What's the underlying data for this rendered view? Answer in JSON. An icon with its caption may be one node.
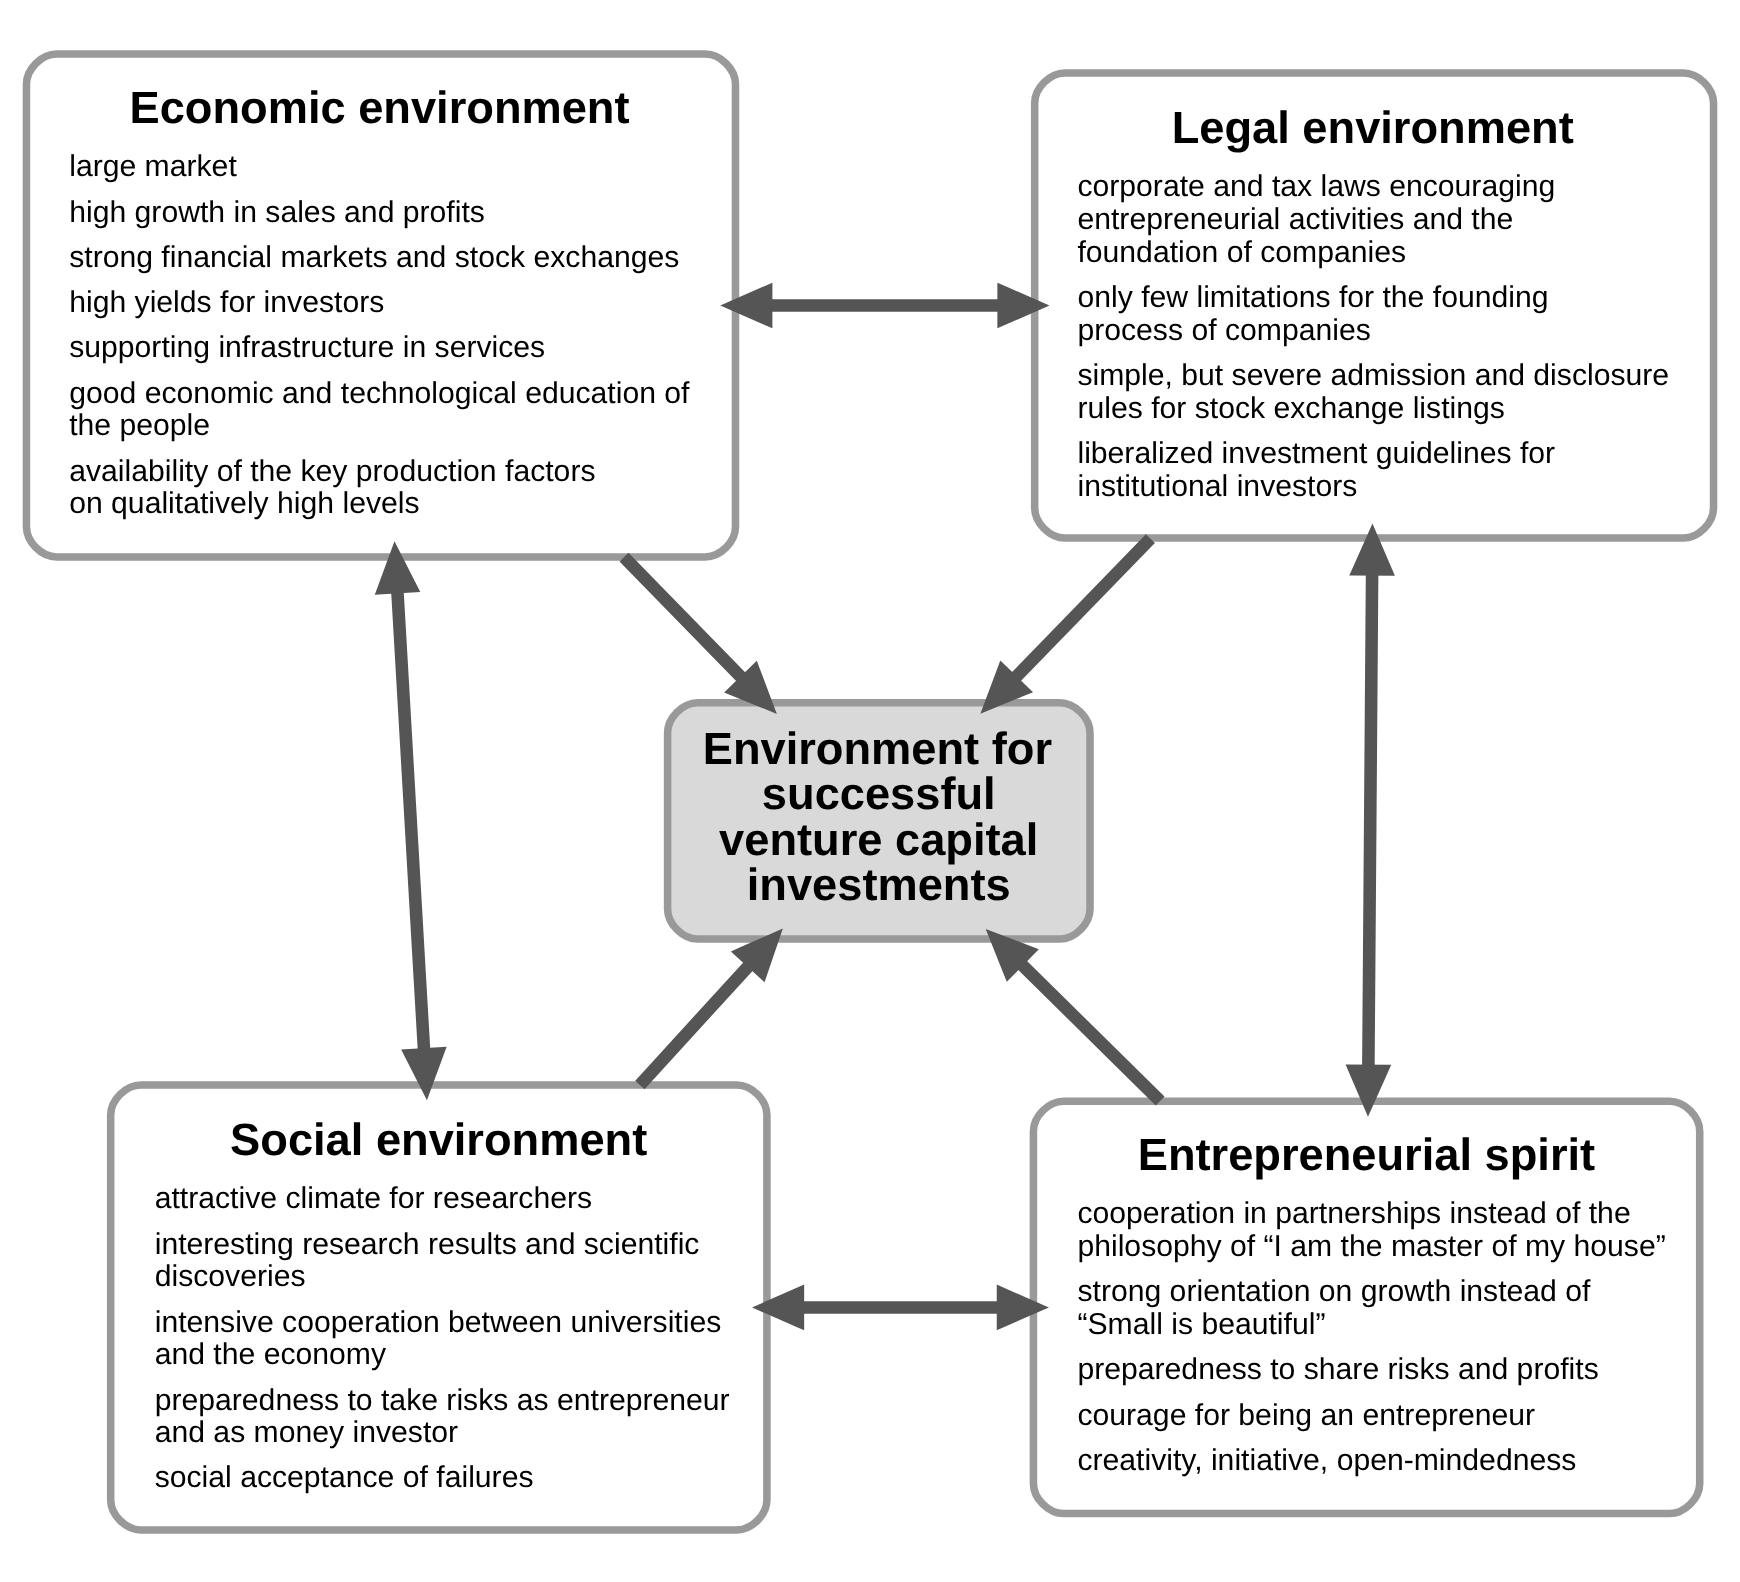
{
  "diagram": {
    "nodes": [
      {
        "text": [
          "Economic environment",
          "large market",
          "high growth in sales and profits",
          "strong financial markets and stock exchanges",
          "high yields for investors",
          "supporting infrastructure in services",
          "good economic and technological education of the people",
          "availability of the key production factors on qualitatively high levels"
        ]
      },
      {
        "text": [
          "Legal environment",
          "corporate and tax laws encouraging entrepreneurial activities and the foundation of companies",
          "only few limitations for the founding process of companies",
          "simple, but severe admission and disclosure rules for stock exchange listings",
          "liberalized investment guidelines for institutional investors"
        ]
      },
      {
        "text": [
          "Environment for successful venture capital investments"
        ]
      },
      {
        "text": [
          "Social environment",
          "attractive climate for researchers",
          "interesting research results and scientific discoveries",
          "intensive cooperation between universities and the economy",
          "preparedness to take risks as entrepreneur and as money investor",
          "social acceptance of failures"
        ]
      },
      {
        "text": [
          "Entrepreneurial spirit",
          "cooperation in partnerships instead of the philosophy of “I am the master of my house”",
          "strong orientation on growth instead of “Small is beautiful”",
          "preparedness to share risks and profits",
          "courage for being an entrepreneur",
          "creativity, initiative, open-mindedness"
        ]
      }
    ],
    "edges": [
      {
        "from": 0,
        "to": 1,
        "arrow": "both"
      },
      {
        "from": 0,
        "to": 2,
        "arrow": "to"
      },
      {
        "from": 1,
        "to": 2,
        "arrow": "to"
      },
      {
        "from": 0,
        "to": 3,
        "arrow": "both"
      },
      {
        "from": 1,
        "to": 4,
        "arrow": "both"
      },
      {
        "from": 3,
        "to": 4,
        "arrow": "both"
      },
      {
        "from": 3,
        "to": 2,
        "arrow": "to"
      },
      {
        "from": 4,
        "to": 2,
        "arrow": "to"
      }
    ]
  }
}
